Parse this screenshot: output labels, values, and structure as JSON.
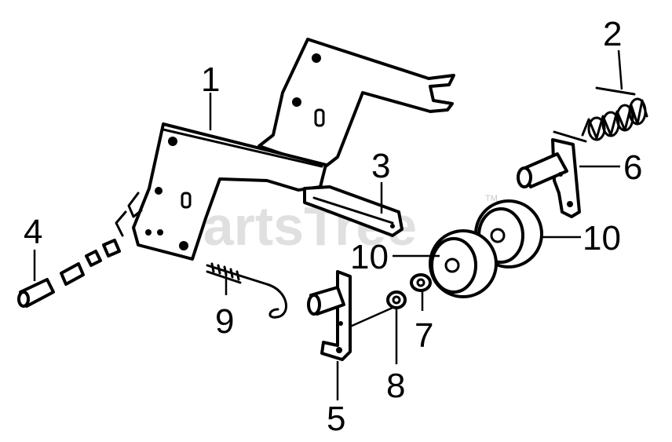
{
  "watermark": {
    "text": "PartsTree",
    "trademark": "TM"
  },
  "callouts": {
    "c1": "1",
    "c2": "2",
    "c3": "3",
    "c4": "4",
    "c5": "5",
    "c6": "6",
    "c7": "7",
    "c8": "8",
    "c9": "9",
    "c10a": "10",
    "c10b": "10"
  }
}
